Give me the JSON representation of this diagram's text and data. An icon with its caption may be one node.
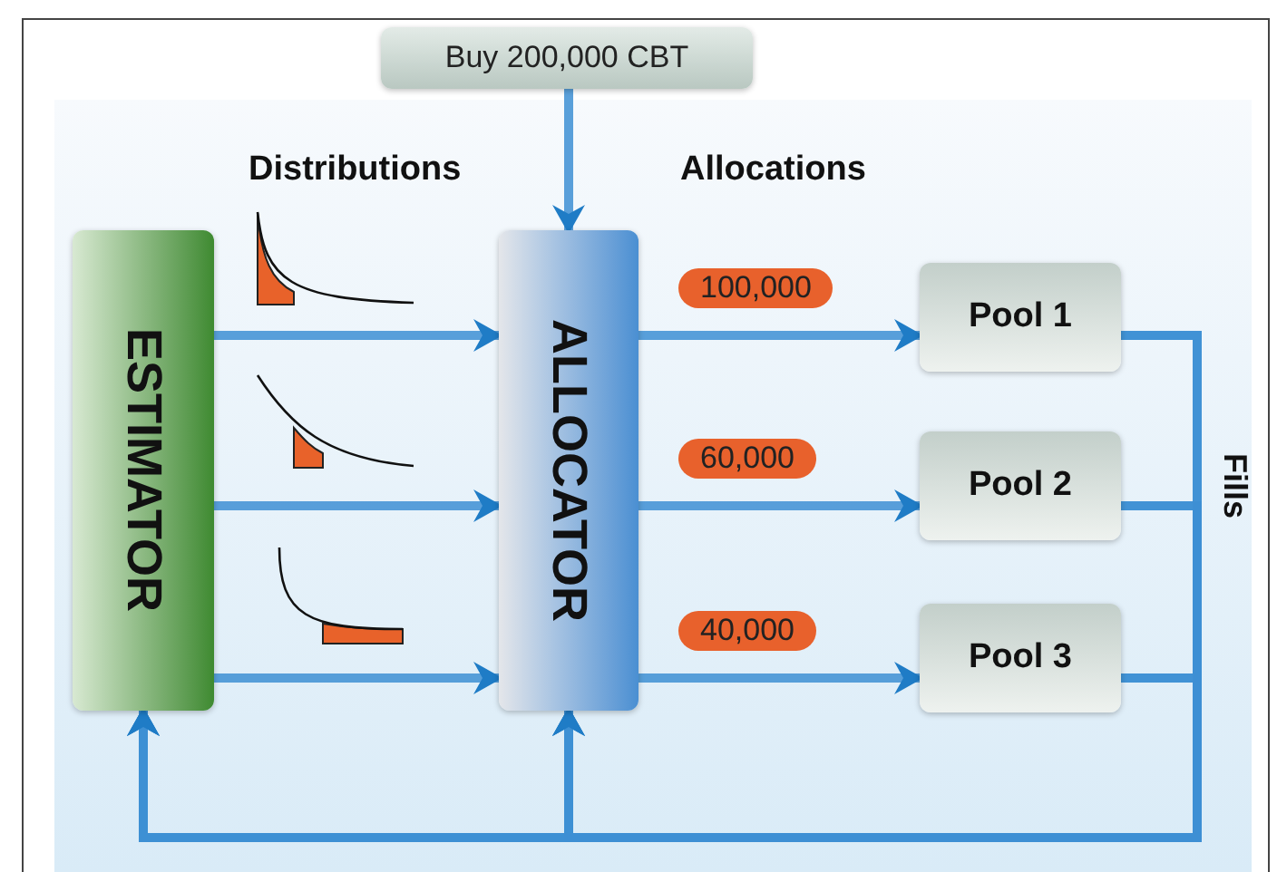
{
  "diagram": {
    "nodes": [
      {
        "text": [
          "Buy 200,000 CBT"
        ]
      },
      {
        "text": [
          "ESTIMATOR"
        ]
      },
      {
        "text": [
          "ALLOCATOR"
        ]
      },
      {
        "text": [
          "Pool 1"
        ]
      },
      {
        "text": [
          "Pool 2"
        ]
      },
      {
        "text": [
          "Pool 3"
        ]
      }
    ],
    "edges": [
      {
        "from": 0,
        "to": 2,
        "arrow": "to"
      },
      {
        "from": 1,
        "to": 2,
        "arrow": "to"
      },
      {
        "from": 1,
        "to": 2,
        "arrow": "to"
      },
      {
        "from": 1,
        "to": 2,
        "arrow": "to"
      },
      {
        "from": 2,
        "to": 3,
        "arrow": "to",
        "label": "100,000"
      },
      {
        "from": 2,
        "to": 4,
        "arrow": "to",
        "label": "60,000"
      },
      {
        "from": 2,
        "to": 5,
        "arrow": "to",
        "label": "40,000"
      },
      {
        "from": 3,
        "to": 1,
        "arrow": "to"
      },
      {
        "from": 4,
        "to": 1,
        "arrow": "to"
      },
      {
        "from": 5,
        "to": 1,
        "arrow": "to"
      },
      {
        "from": 3,
        "to": 2,
        "arrow": "to"
      },
      {
        "from": 4,
        "to": 2,
        "arrow": "to"
      },
      {
        "from": 5,
        "to": 2,
        "arrow": "to"
      }
    ],
    "labels": [
      "Distributions",
      "Allocations",
      "Fills"
    ]
  }
}
